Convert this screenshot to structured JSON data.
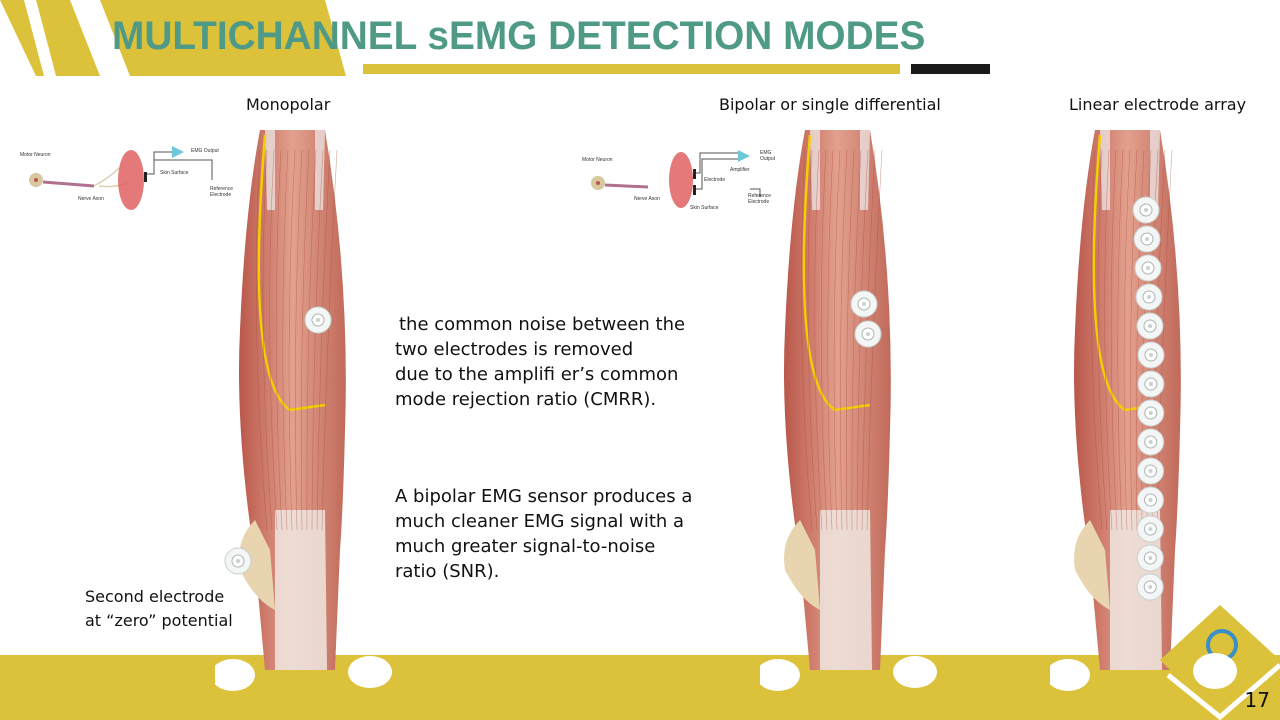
{
  "title": "MULTICHANNEL sEMG DETECTION MODES",
  "labels": {
    "monopolar": "Monopolar",
    "bipolar": "Bipolar or single differential",
    "linear": "Linear electrode array"
  },
  "diagram_mono": {
    "motor_neuron": "Motor Neuron",
    "nerve_axon": "Nerve Axon",
    "skin_surface": "Skin Surface",
    "emg_output": "EMG Output",
    "reference": "Reference Electrode"
  },
  "diagram_bi": {
    "motor_neuron": "Motor Neuron",
    "nerve_axon": "Nerve Axon",
    "skin_surface": "Skin Surface",
    "electrode": "Electrode",
    "amplifier": "Amplifier",
    "emg_output": "EMG Output",
    "reference": "Reference Electrode"
  },
  "text1": [
    "the common noise between the",
    "two electrodes is removed",
    "due to the amplifi er’s common",
    "mode rejection ratio (CMRR)."
  ],
  "text2": [
    "A bipolar EMG sensor produces a",
    "much cleaner EMG signal with a",
    "much greater signal-to-noise",
    "ratio (SNR)."
  ],
  "second_electrode": [
    "Second electrode",
    "at “zero” potential"
  ],
  "page_number": "17",
  "colors": {
    "gold": "#dcc13a",
    "teal": "#4f9a86",
    "dark": "#1a1a1a"
  }
}
